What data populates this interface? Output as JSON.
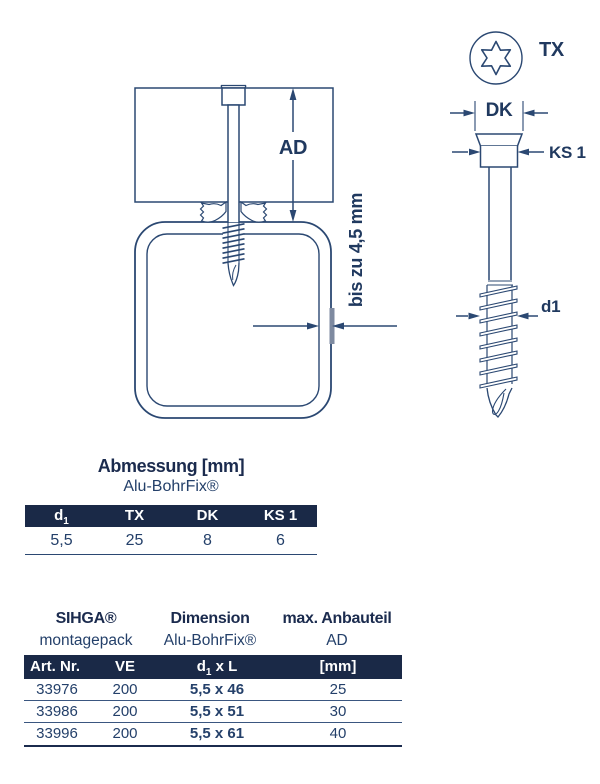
{
  "colors": {
    "band_navy": "#1a2947",
    "title_navy": "#1b2b4e",
    "text_blue": "#24406a",
    "line_blue": "#2b4872",
    "wall_highlight": "#7e8aa0"
  },
  "diagram": {
    "tx_label": "TX",
    "ad_label": "AD",
    "wall_dim_label": "bis zu 4,5 mm",
    "dk_label": "DK",
    "ks1_label": "KS 1",
    "d1_label": "d1"
  },
  "abmessung_table": {
    "title": "Abmessung [mm]",
    "subtitle": "Alu-BohrFix®",
    "headers": [
      {
        "label": "d",
        "sub": "1",
        "suffix": ""
      },
      {
        "label": "TX",
        "sub": "",
        "suffix": ""
      },
      {
        "label": "DK",
        "sub": "",
        "suffix": ""
      },
      {
        "label": "KS 1",
        "sub": "",
        "suffix": ""
      }
    ],
    "values": [
      "5,5",
      "25",
      "8",
      "6"
    ]
  },
  "order_table": {
    "groups": [
      {
        "title": "SIHGA®",
        "subtitle": "montagepack"
      },
      {
        "title": "Dimension",
        "subtitle": "Alu-BohrFix®"
      },
      {
        "title": "max. Anbauteil",
        "subtitle": "AD"
      }
    ],
    "headers": [
      {
        "label": "Art. Nr.",
        "sub": "",
        "suffix": ""
      },
      {
        "label": "VE",
        "sub": "",
        "suffix": ""
      },
      {
        "label": "d",
        "sub": "1",
        "suffix": " x L"
      },
      {
        "label": "[mm]",
        "sub": "",
        "suffix": ""
      }
    ],
    "rows": [
      [
        "33976",
        "200",
        "5,5 x 46",
        "25"
      ],
      [
        "33986",
        "200",
        "5,5 x 51",
        "30"
      ],
      [
        "33996",
        "200",
        "5,5 x 61",
        "40"
      ]
    ]
  }
}
